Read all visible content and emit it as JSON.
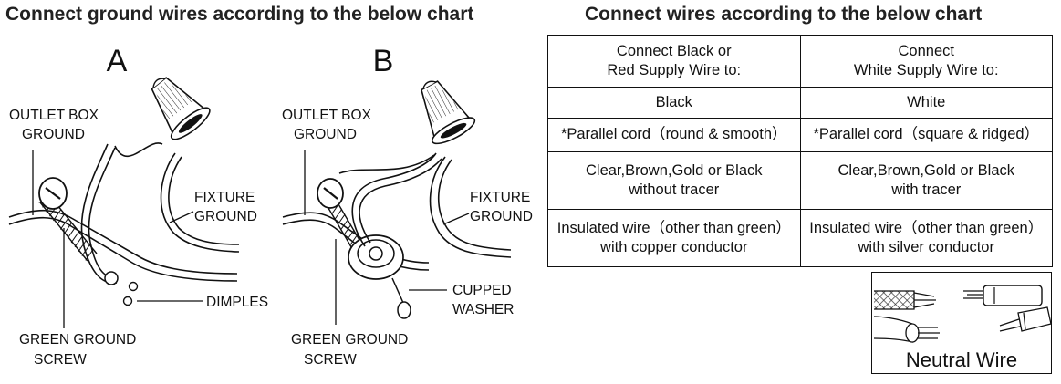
{
  "left": {
    "heading": "Connect ground wires according to the below chart",
    "diagram_a": {
      "letter": "A",
      "outlet_box_ground": [
        "OUTLET BOX",
        "GROUND"
      ],
      "fixture_ground": [
        "FIXTURE",
        "GROUND"
      ],
      "dimples": "DIMPLES",
      "green_ground_screw": [
        "GREEN GROUND",
        "SCREW"
      ]
    },
    "diagram_b": {
      "letter": "B",
      "outlet_box_ground": [
        "OUTLET BOX",
        "GROUND"
      ],
      "fixture_ground": [
        "FIXTURE",
        "GROUND"
      ],
      "cupped_washer": [
        "CUPPED",
        "WASHER"
      ],
      "green_ground_screw": [
        "GREEN GROUND",
        "SCREW"
      ]
    }
  },
  "right": {
    "heading": "Connect wires according to the below chart",
    "table": {
      "headers": [
        [
          "Connect Black or",
          "Red Supply Wire to:"
        ],
        [
          "Connect",
          "White Supply Wire to:"
        ]
      ],
      "rows": [
        [
          [
            "Black"
          ],
          [
            "White"
          ]
        ],
        [
          [
            "*Parallel cord（round & smooth）"
          ],
          [
            "*Parallel cord（square & ridged）"
          ]
        ],
        [
          [
            "Clear,Brown,Gold or Black",
            "without tracer"
          ],
          [
            "Clear,Brown,Gold or Black",
            "with tracer"
          ]
        ],
        [
          [
            "Insulated wire（other than green）",
            "with copper conductor"
          ],
          [
            "Insulated wire（other than green）",
            "with silver conductor"
          ]
        ]
      ]
    },
    "neutral_label": "Neutral Wire"
  }
}
